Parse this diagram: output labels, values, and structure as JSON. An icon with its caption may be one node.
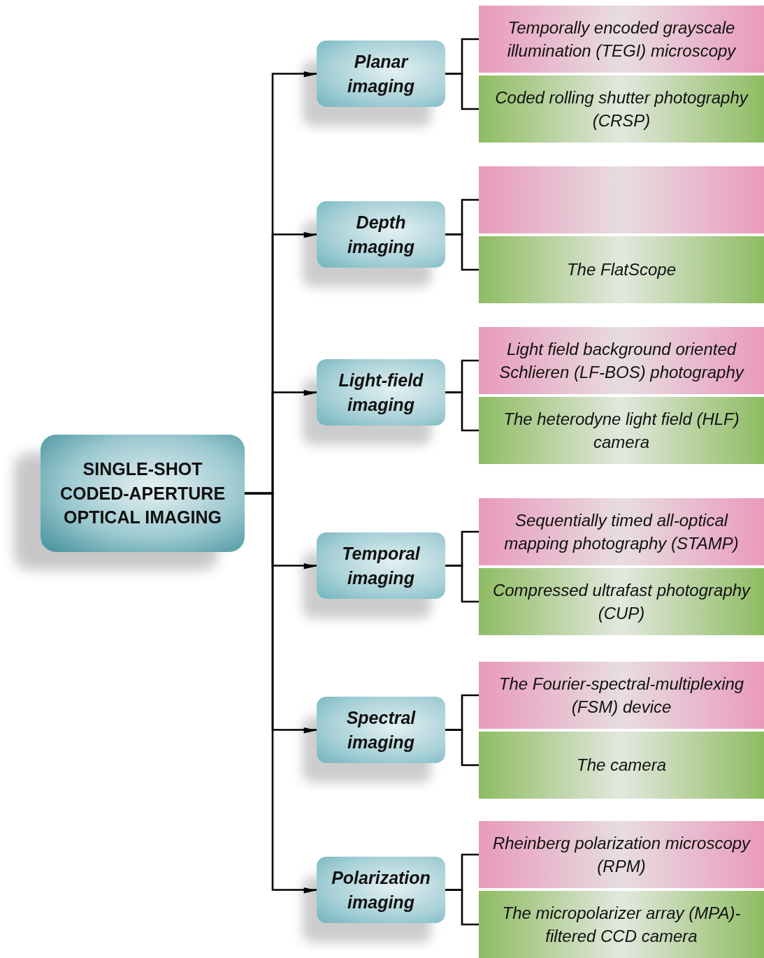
{
  "diagram": {
    "nodes": [
      {
        "text": [
          "SINGLE-SHOT CODED-APERTURE OPTICAL IMAGING"
        ]
      },
      {
        "text": [
          "Planar imaging"
        ]
      },
      {
        "text": [
          "Depth imaging"
        ]
      },
      {
        "text": [
          "Light-field imaging"
        ]
      },
      {
        "text": [
          "Temporal imaging"
        ]
      },
      {
        "text": [
          "Spectral imaging"
        ]
      },
      {
        "text": [
          "Polarization imaging"
        ]
      },
      {
        "text": [
          "Temporally encoded grayscale illumination (TEGI) microscopy"
        ]
      },
      {
        "text": [
          "Coded rolling shutter photography (CRSP)"
        ]
      },
      {
        "text": [],
        "shape": "box"
      },
      {
        "text": [
          "The FlatScope"
        ]
      },
      {
        "text": [
          "Light field background oriented Schlieren (LF-BOS) photography"
        ]
      },
      {
        "text": [
          "The heterodyne light field (HLF) camera"
        ]
      },
      {
        "text": [
          "Sequentially timed all-optical mapping photography (STAMP)"
        ]
      },
      {
        "text": [
          "Compressed ultrafast photography (CUP)"
        ]
      },
      {
        "text": [
          "The Fourier-spectral-multiplexing (FSM) device"
        ]
      },
      {
        "text": [
          "The camera"
        ]
      },
      {
        "text": [
          "Rheinberg polarization microscopy (RPM)"
        ]
      },
      {
        "text": [
          "The micropolarizer array (MPA)-filtered CCD camera"
        ]
      }
    ],
    "edges": [
      {
        "from": 0,
        "to": 1,
        "arrow": "to"
      },
      {
        "from": 0,
        "to": 2,
        "arrow": "to"
      },
      {
        "from": 0,
        "to": 3,
        "arrow": "to"
      },
      {
        "from": 0,
        "to": 4,
        "arrow": "to"
      },
      {
        "from": 0,
        "to": 5,
        "arrow": "to"
      },
      {
        "from": 0,
        "to": 6,
        "arrow": "to"
      },
      {
        "from": 1,
        "to": 7,
        "arrow": "none"
      },
      {
        "from": 1,
        "to": 8,
        "arrow": "none"
      },
      {
        "from": 2,
        "to": 9,
        "arrow": "none"
      },
      {
        "from": 2,
        "to": 10,
        "arrow": "none"
      },
      {
        "from": 3,
        "to": 11,
        "arrow": "none"
      },
      {
        "from": 3,
        "to": 12,
        "arrow": "none"
      },
      {
        "from": 4,
        "to": 13,
        "arrow": "none"
      },
      {
        "from": 4,
        "to": 14,
        "arrow": "none"
      },
      {
        "from": 5,
        "to": 15,
        "arrow": "none"
      },
      {
        "from": 5,
        "to": 16,
        "arrow": "none"
      },
      {
        "from": 6,
        "to": 17,
        "arrow": "none"
      },
      {
        "from": 6,
        "to": 18,
        "arrow": "none"
      }
    ]
  }
}
